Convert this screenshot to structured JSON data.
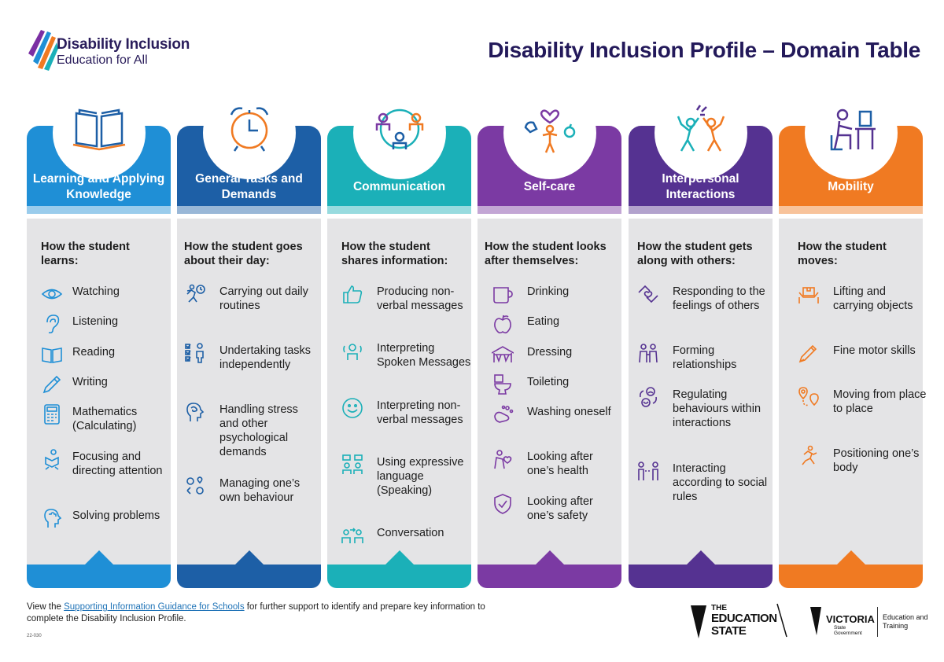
{
  "header": {
    "logo_line1": "Disability Inclusion",
    "logo_line2": "Education for All",
    "title": "Disability Inclusion Profile – Domain Table"
  },
  "colors": {
    "learning": "#1f8fd6",
    "tasks": "#1d5fa6",
    "communication": "#1bb0b8",
    "selfcare": "#7b3aa3",
    "interpersonal": "#553291",
    "mobility": "#f07a22"
  },
  "columns": [
    {
      "title": "Learning and Applying Knowledge",
      "intro": "How the student learns:",
      "icon": "open-book-icon",
      "items": [
        {
          "label": "Watching",
          "icon": "eye-icon"
        },
        {
          "label": "Listening",
          "icon": "ear-icon"
        },
        {
          "label": "Reading",
          "icon": "book-icon"
        },
        {
          "label": "Writing",
          "icon": "pencil-icon"
        },
        {
          "label": "Mathematics (Calculating)",
          "icon": "calculator-icon"
        },
        {
          "label": "Focusing and directing attention",
          "icon": "reading-person-icon"
        },
        {
          "label": "Solving problems",
          "icon": "puzzle-head-icon"
        }
      ]
    },
    {
      "title": "General Tasks and Demands",
      "intro": "How the student goes about their day:",
      "icon": "alarm-clock-icon",
      "items": [
        {
          "label": "Carrying out daily routines",
          "icon": "running-clock-icon"
        },
        {
          "label": "Undertaking tasks independently",
          "icon": "checklist-person-icon"
        },
        {
          "label": "Handling stress and other psychological demands",
          "icon": "head-stress-icon"
        },
        {
          "label": "Managing one’s own behaviour",
          "icon": "emotions-cycle-icon"
        }
      ]
    },
    {
      "title": "Communication",
      "intro": "How the student shares information:",
      "icon": "people-circle-icon",
      "items": [
        {
          "label": "Producing non-verbal messages",
          "icon": "thumbs-up-icon"
        },
        {
          "label": "Interpreting Spoken Messages",
          "icon": "listening-person-icon"
        },
        {
          "label": "Interpreting non-verbal messages",
          "icon": "smiley-icon"
        },
        {
          "label": "Using expressive language (Speaking)",
          "icon": "speech-bubbles-icon"
        },
        {
          "label": "Conversation",
          "icon": "two-people-talk-icon"
        }
      ]
    },
    {
      "title": "Self-care",
      "intro": "How the student looks after themselves:",
      "icon": "person-care-icon",
      "items": [
        {
          "label": "Drinking",
          "icon": "cup-icon"
        },
        {
          "label": "Eating",
          "icon": "apple-icon"
        },
        {
          "label": "Dressing",
          "icon": "clothes-icon"
        },
        {
          "label": "Toileting",
          "icon": "toilet-icon"
        },
        {
          "label": "Washing oneself",
          "icon": "hand-wash-icon"
        },
        {
          "label": "Looking after one’s health",
          "icon": "health-person-icon"
        },
        {
          "label": "Looking after one’s safety",
          "icon": "shield-check-icon"
        }
      ]
    },
    {
      "title": "Interpersonal Interactions",
      "intro": "How the student gets along with others:",
      "icon": "high-five-icon",
      "items": [
        {
          "label": "Responding to the feelings of others",
          "icon": "hands-heart-icon"
        },
        {
          "label": "Forming relationships",
          "icon": "friends-icon"
        },
        {
          "label": "Regulating behaviours within interactions",
          "icon": "faces-cycle-icon"
        },
        {
          "label": "Interacting according to social rules",
          "icon": "people-distance-icon"
        }
      ]
    },
    {
      "title": "Mobility",
      "intro": "How the student moves:",
      "icon": "desk-person-icon",
      "items": [
        {
          "label": "Lifting and carrying objects",
          "icon": "lifting-box-icon"
        },
        {
          "label": "Fine motor skills",
          "icon": "pen-icon"
        },
        {
          "label": "Moving from place to place",
          "icon": "route-pin-icon"
        },
        {
          "label": "Positioning one’s body",
          "icon": "running-person-icon"
        }
      ]
    }
  ],
  "footer": {
    "text_before": "View the ",
    "link": "Supporting Information Guidance for Schools",
    "text_after": " for further support to identify and prepare key information to complete the Disability Inclusion Profile.",
    "code": "22-030",
    "edu_line1": "THE",
    "edu_line2": "EDUCATION",
    "edu_line3": "STATE",
    "vic_name": "VICTORIA",
    "vic_sub": "State Government",
    "vic_dept": "Education and Training"
  }
}
